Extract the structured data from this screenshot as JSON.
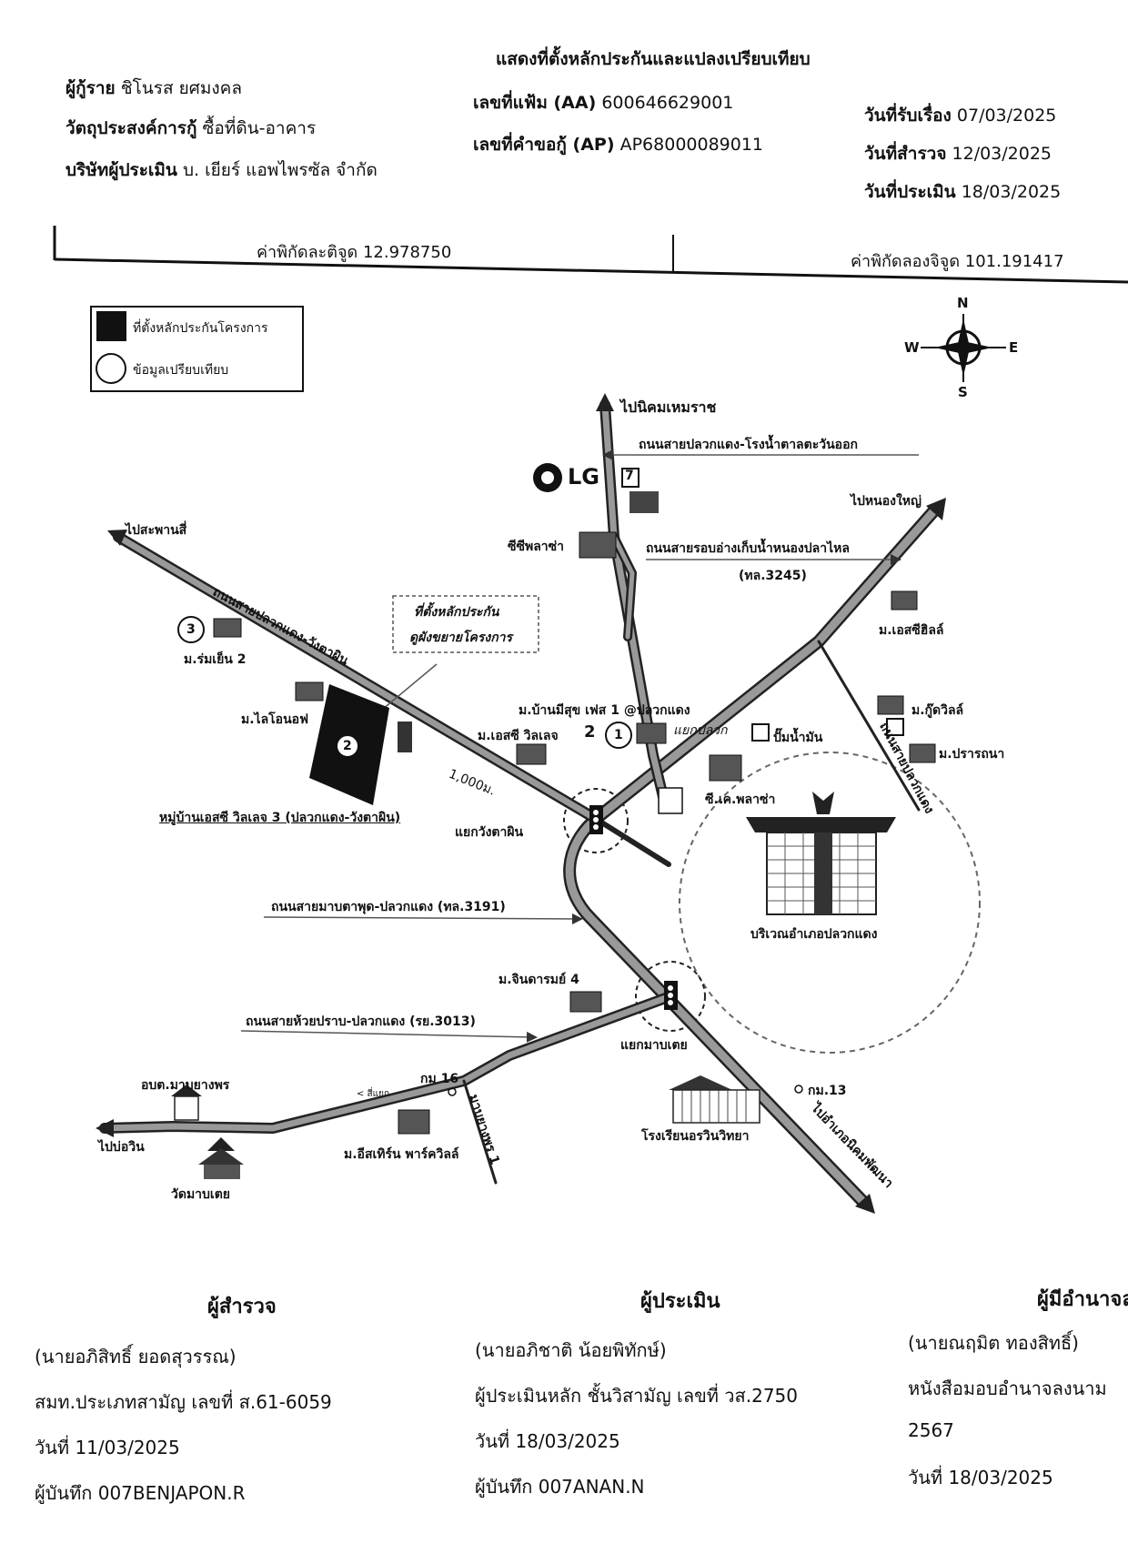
{
  "header": {
    "title": "แสดงที่ตั้งหลักประกันและแปลงเปรียบเทียบ",
    "borrower_label": "ผู้กู้ราย",
    "borrower_value": "ชิโนรส ยศมงคล",
    "purpose_label": "วัตถุประสงค์การกู้",
    "purpose_value": "ซื้อที่ดิน-อาคาร",
    "appraiser_co_label": "บริษัทผู้ประเมิน",
    "appraiser_co_value": "บ. เยียร์ แอพไพรซัล จำกัด",
    "file_no_label": "เลขที่แฟ้ม (AA)",
    "file_no_value": "600646629001",
    "request_no_label": "เลขที่คำขอกู้ (AP)",
    "request_no_value": "AP68000089011",
    "received_label": "วันที่รับเรื่อง",
    "received_value": "07/03/2025",
    "survey_label": "วันที่สำรวจ",
    "survey_value": "12/03/2025",
    "appraise_label": "วันที่ประเมิน",
    "appraise_value": "18/03/2025",
    "lat_text": "ค่าพิกัดละติจูด 12.978750",
    "lon_text": "ค่าพิกัดลองจิจูด 101.191417"
  },
  "legend": {
    "collateral": "ที่ตั้งหลักประกันโครงการ",
    "comparable": "ข้อมูลเปรียบเทียบ"
  },
  "compass": {
    "n": "N",
    "s": "S",
    "e": "E",
    "w": "W"
  },
  "map_labels": {
    "to_nikhom_hemaraj": "ไปนิคมเหมราช",
    "road_pluak_daeng_sugar": "ถนนสายปลวกแดง-โรงน้ำตาลตะวันออก",
    "lg": "LG",
    "seven": "7",
    "cp_plaza": "ซีซีพลาซ่า",
    "road_reservoir": "ถนนสายรอบอ่างเก็บน้ำหนองปลาไหล",
    "road_reservoir_code": "(ทล.3245)",
    "to_nong_yai": "ไปหนองใหญ่",
    "to_saphan_si": "ไปสะพานสี่",
    "road_wang_ta_phin": "ถนนสายปลวกแดง-วังตาผิน",
    "callout_line1": "ที่ตั้งหลักประกัน",
    "callout_line2": "ดูผังขยายโครงการ",
    "m_esc_hill": "ม.เอสซีฮิลล์",
    "marker3": "3",
    "m_rom_yen": "ม.ร่มเย็น 2",
    "m_lion_of": "ม.ไลโอนอฟ",
    "marker2": "2",
    "m_ban_mee_suk": "ม.บ้านมีสุข เฟส 1 @ปลวกแดง",
    "m_esc_village": "ม.เอสซี วิลเลจ",
    "num2": "2",
    "marker1": "1",
    "yaek_label": "แยกปลวก",
    "gas": "ปั๊มน้ำมัน",
    "m_good_ville": "ม.กู๊ดวิลล์",
    "m_prathana": "ม.ปรารถนา",
    "road_vertical": "ถนนสายปลวกแดง",
    "distance": "1,000ม.",
    "ck_plaza": "ซี.เค.พลาซ่า",
    "village_label": "หมู่บ้านเอสซี วิลเลจ 3 (ปลวกแดง-วังตาผิน)",
    "yaek_wang_ta_phin": "แยกวังตาผิน",
    "road_map_ta_phut": "ถนนสายมาบตาพุด-ปลวกแดง (ทล.3191)",
    "district_area": "บริเวณอำเภอปลวกแดง",
    "m_jindarom": "ม.จินดารมย์ 4",
    "road_huai_prap": "ถนนสายห้วยปราบ-ปลวกแดง (รย.3013)",
    "yaek_map_toei": "แยกมาบเตย",
    "km16": "กม 16",
    "obt": "อบต.มาบยางพร",
    "km13": "กม.13",
    "to_bo_win": "ไปบ่อวิน",
    "small_arrow": "< สี่แยก",
    "road_map_yang_phon": "มาบยางพร 1",
    "m_eastern_park": "ม.อีสเทิร์น พาร์ควิลล์",
    "school": "โรงเรียนอรวินวิทยา",
    "wat": "วัดมาบเตย",
    "to_nikhom_phatthana": "ไปอำเภอนิคมพัฒนา"
  },
  "signatures": {
    "surveyor_title": "ผู้สำรวจ",
    "surveyor_name": "(นายอภิสิทธิ์ ยอดสุวรรณ)",
    "surveyor_license": "สมท.ประเภทสามัญ เลขที่ ส.61-6059",
    "surveyor_date": "วันที่ 11/03/2025",
    "surveyor_recorder": "ผู้บันทึก 007BENJAPON.R",
    "appraiser_title": "ผู้ประเมิน",
    "appraiser_name": "(นายอภิชาติ น้อยพิทักษ์)",
    "appraiser_license": "ผู้ประเมินหลัก ชั้นวิสามัญ เลขที่ วส.2750",
    "appraiser_date": "วันที่ 18/03/2025",
    "appraiser_recorder": "ผู้บันทึก 007ANAN.N",
    "authority_title": "ผู้มีอำนาจลงนาม",
    "authority_name": "(นายณฤมิต ทองสิทธิ์)",
    "authority_doc": "หนังสือมอบอำนาจลงนาม",
    "authority_year": "2567",
    "authority_date": "วันที่ 18/03/2025"
  }
}
